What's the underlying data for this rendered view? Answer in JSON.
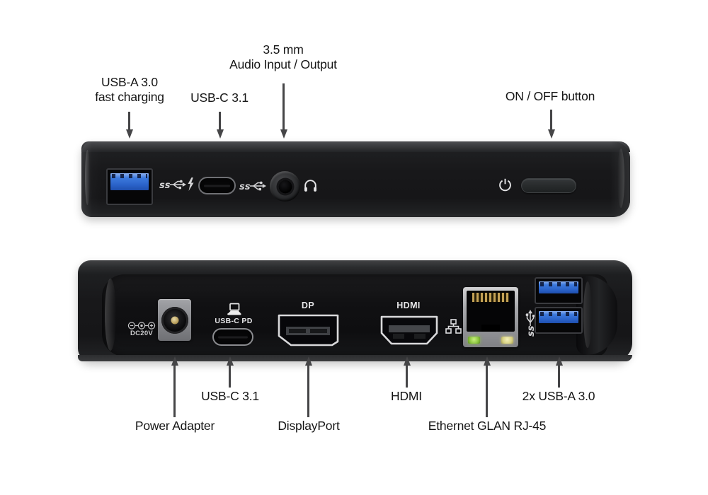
{
  "front_view": {
    "callouts": {
      "usb_a": {
        "line1": "USB-A 3.0",
        "line2": "fast charging"
      },
      "usb_c": {
        "label": "USB-C 3.1"
      },
      "audio": {
        "line1": "3.5 mm",
        "line2": "Audio Input / Output"
      },
      "power": {
        "label": "ON / OFF button"
      }
    },
    "panel_markings": {
      "ss_fast_charge": "ss",
      "ss": "ss"
    }
  },
  "rear_view": {
    "callouts": {
      "power_adapter": {
        "label": "Power Adapter"
      },
      "usb_c": {
        "label": "USB-C 3.1"
      },
      "displayport": {
        "label": "DisplayPort"
      },
      "hdmi": {
        "label": "HDMI"
      },
      "ethernet": {
        "label": "Ethernet GLAN RJ-45"
      },
      "usb_a": {
        "label": "2x USB-A 3.0"
      }
    },
    "panel_markings": {
      "dc_voltage": "DC20V",
      "usb_c_pd": "USB-C PD",
      "dp": "DP",
      "hdmi": "HDMI",
      "ss": "ss"
    }
  },
  "colors": {
    "background": "#ffffff",
    "device_body": "#1a1a1c",
    "usb_port_blue": "#2e6fd8",
    "ethernet_led_green": "#8cc63f",
    "ethernet_led_yellow": "#d8d284",
    "callout_text": "#151515",
    "arrow": "#454547"
  }
}
